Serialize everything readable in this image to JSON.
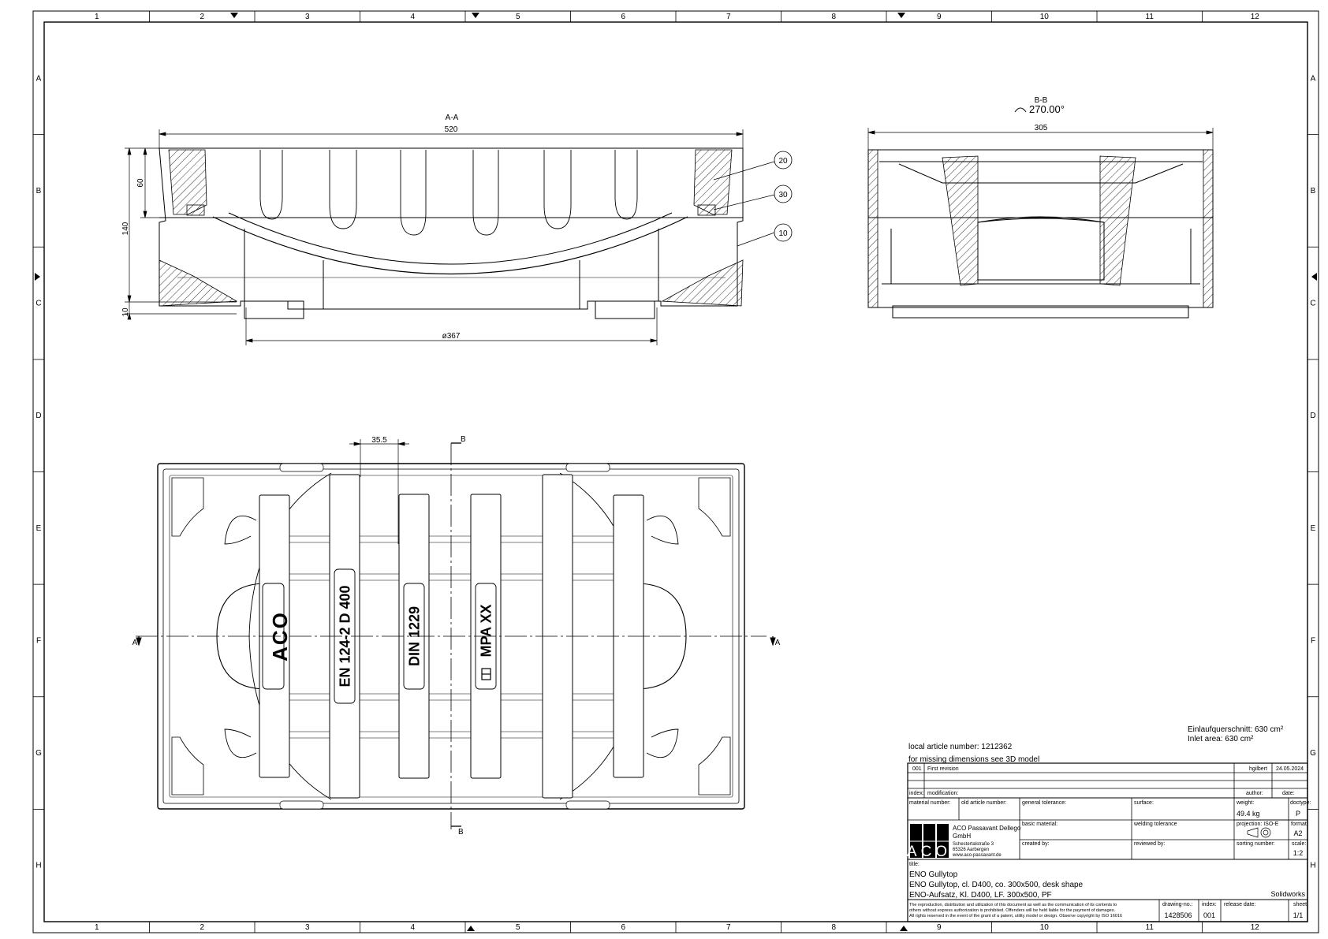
{
  "zones": {
    "columns": [
      "1",
      "2",
      "3",
      "4",
      "5",
      "6",
      "7",
      "8",
      "9",
      "10",
      "11",
      "12"
    ],
    "rows": [
      "A",
      "B",
      "C",
      "D",
      "E",
      "F",
      "G",
      "H"
    ]
  },
  "section_aa": {
    "title": "A-A",
    "dim_width": "520",
    "dim_depth": "140",
    "dim_top": "60",
    "dim_foot": "10",
    "dim_outlet": "ø367",
    "balloons": [
      "20",
      "30",
      "10"
    ]
  },
  "section_bb": {
    "title": "B-B",
    "rotation": "270.00°",
    "dim_width": "305"
  },
  "plan": {
    "dim_rib": "35.5",
    "cut_a": "A",
    "cut_b": "B",
    "markings": [
      "ACO",
      "EN 124-2 D 400",
      "DIN 1229",
      "MPA XX"
    ]
  },
  "notes": {
    "inlet_de": "Einlaufquerschnitt: 630 cm²",
    "inlet_en": "Inlet area: 630 cm²",
    "local_article": "local article number: 1212362",
    "missing_dims": "for missing dimensions see 3D model"
  },
  "title_block": {
    "revision": {
      "index": "001",
      "modification": "First revision",
      "author": "hgilbert",
      "date": "24.05.2024"
    },
    "index_label": "index:",
    "modification_label": "modification:",
    "author_label": "author:",
    "date_label": "date:",
    "material_number_label": "material number:",
    "old_article_label": "old article number:",
    "general_tolerance_label": "general tolerance:",
    "surface_label": "surface:",
    "weight_label": "weight:",
    "weight": "49.4 kg",
    "doctype_label": "doctype:",
    "doctype": "P",
    "company": [
      "ACO Passavant Dellego",
      "GmbH",
      "Schestertalstraße 3",
      "65326 Aarbergen",
      "www.aco-passavant.de"
    ],
    "logo_text": "ACO",
    "basic_material_label": "basic material:",
    "welding_tolerance_label": "welding tolerance",
    "projection_label": "projection: ISO-E",
    "format_label": "format:",
    "format": "A2",
    "created_by_label": "created by:",
    "reviewed_by_label": "reviewed by:",
    "sorting_number_label": "sorting number:",
    "scale_label": "scale:",
    "scale": "1:2",
    "title_label": "title:",
    "title_lines": [
      "ENO Gullytop",
      "ENO Gullytop, cl. D400, co. 300x500, desk shape",
      "ENO-Aufsatz, Kl. D400, LF. 300x500, PF"
    ],
    "software": "Solidworks",
    "legal": [
      "The reproduction, distribution and utilization of this document as well as the communication of its contents to",
      "others without express authorization is prohibited. Offenders will be held liable for the payment of damages.",
      "All rights reserved in the event of the grant of a patent, utility model or design. Observe copyright by ISO 16016"
    ],
    "drawing_no_label": "drawing-no.:",
    "drawing_no": "1428506",
    "index2_label": "index:",
    "index2": "001",
    "release_date_label": "release date:",
    "sheet_label": "sheet:",
    "sheet": "1/1"
  }
}
